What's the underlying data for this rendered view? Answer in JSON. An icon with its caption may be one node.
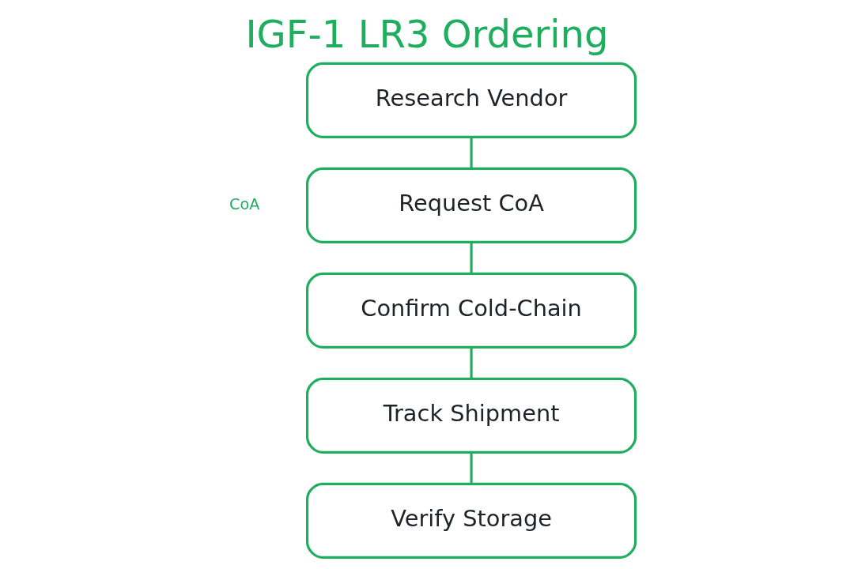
{
  "diagram": {
    "title": "IGF-1 LR3 Ordering",
    "nodes": [
      {
        "text": [
          "Research Vendor"
        ]
      },
      {
        "text": [
          "Request CoA"
        ]
      },
      {
        "text": [
          "Confirm Cold-Chain"
        ]
      },
      {
        "text": [
          "Track Shipment"
        ]
      },
      {
        "text": [
          "Verify Storage"
        ]
      }
    ],
    "edges": [
      {
        "from": 0,
        "to": 1,
        "arrow": "none"
      },
      {
        "from": 1,
        "to": 2,
        "arrow": "none"
      },
      {
        "from": 2,
        "to": 3,
        "arrow": "none"
      },
      {
        "from": 3,
        "to": 4,
        "arrow": "none"
      }
    ],
    "labels": [
      "CoA"
    ]
  }
}
